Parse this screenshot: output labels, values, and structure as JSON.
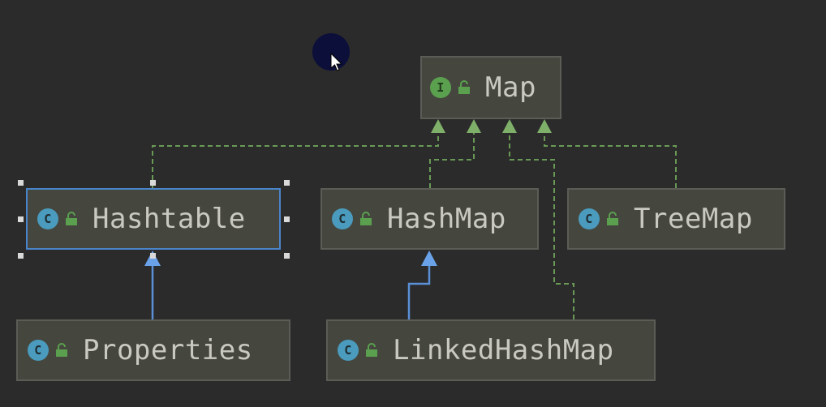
{
  "diagram": {
    "interface_node": {
      "label": "Map",
      "badge": "I",
      "badge_icon": "interface-icon"
    },
    "class_nodes": [
      {
        "key": "hashtable",
        "label": "Hashtable",
        "badge": "C",
        "selected": true
      },
      {
        "key": "hashmap",
        "label": "HashMap",
        "badge": "C",
        "selected": false
      },
      {
        "key": "treemap",
        "label": "TreeMap",
        "badge": "C",
        "selected": false
      },
      {
        "key": "properties",
        "label": "Properties",
        "badge": "C",
        "selected": false
      },
      {
        "key": "linkedhashmap",
        "label": "LinkedHashMap",
        "badge": "C",
        "selected": false
      }
    ],
    "relations": [
      {
        "from": "Hashtable",
        "to": "Map",
        "kind": "implements"
      },
      {
        "from": "HashMap",
        "to": "Map",
        "kind": "implements"
      },
      {
        "from": "LinkedHashMap",
        "to": "Map",
        "kind": "implements"
      },
      {
        "from": "TreeMap",
        "to": "Map",
        "kind": "implements"
      },
      {
        "from": "Properties",
        "to": "Hashtable",
        "kind": "extends"
      },
      {
        "from": "LinkedHashMap",
        "to": "HashMap",
        "kind": "extends"
      }
    ]
  },
  "colors": {
    "background": "#2b2b2b",
    "node_fill": "#45473f",
    "node_border": "#5a5c55",
    "selected_border": "#4a84c9",
    "implements_edge": "#6a9955",
    "extends_edge": "#5b8fd6",
    "class_badge": "#4a9bbd",
    "interface_badge": "#5aa04f",
    "label_text": "#c9c9c2"
  }
}
